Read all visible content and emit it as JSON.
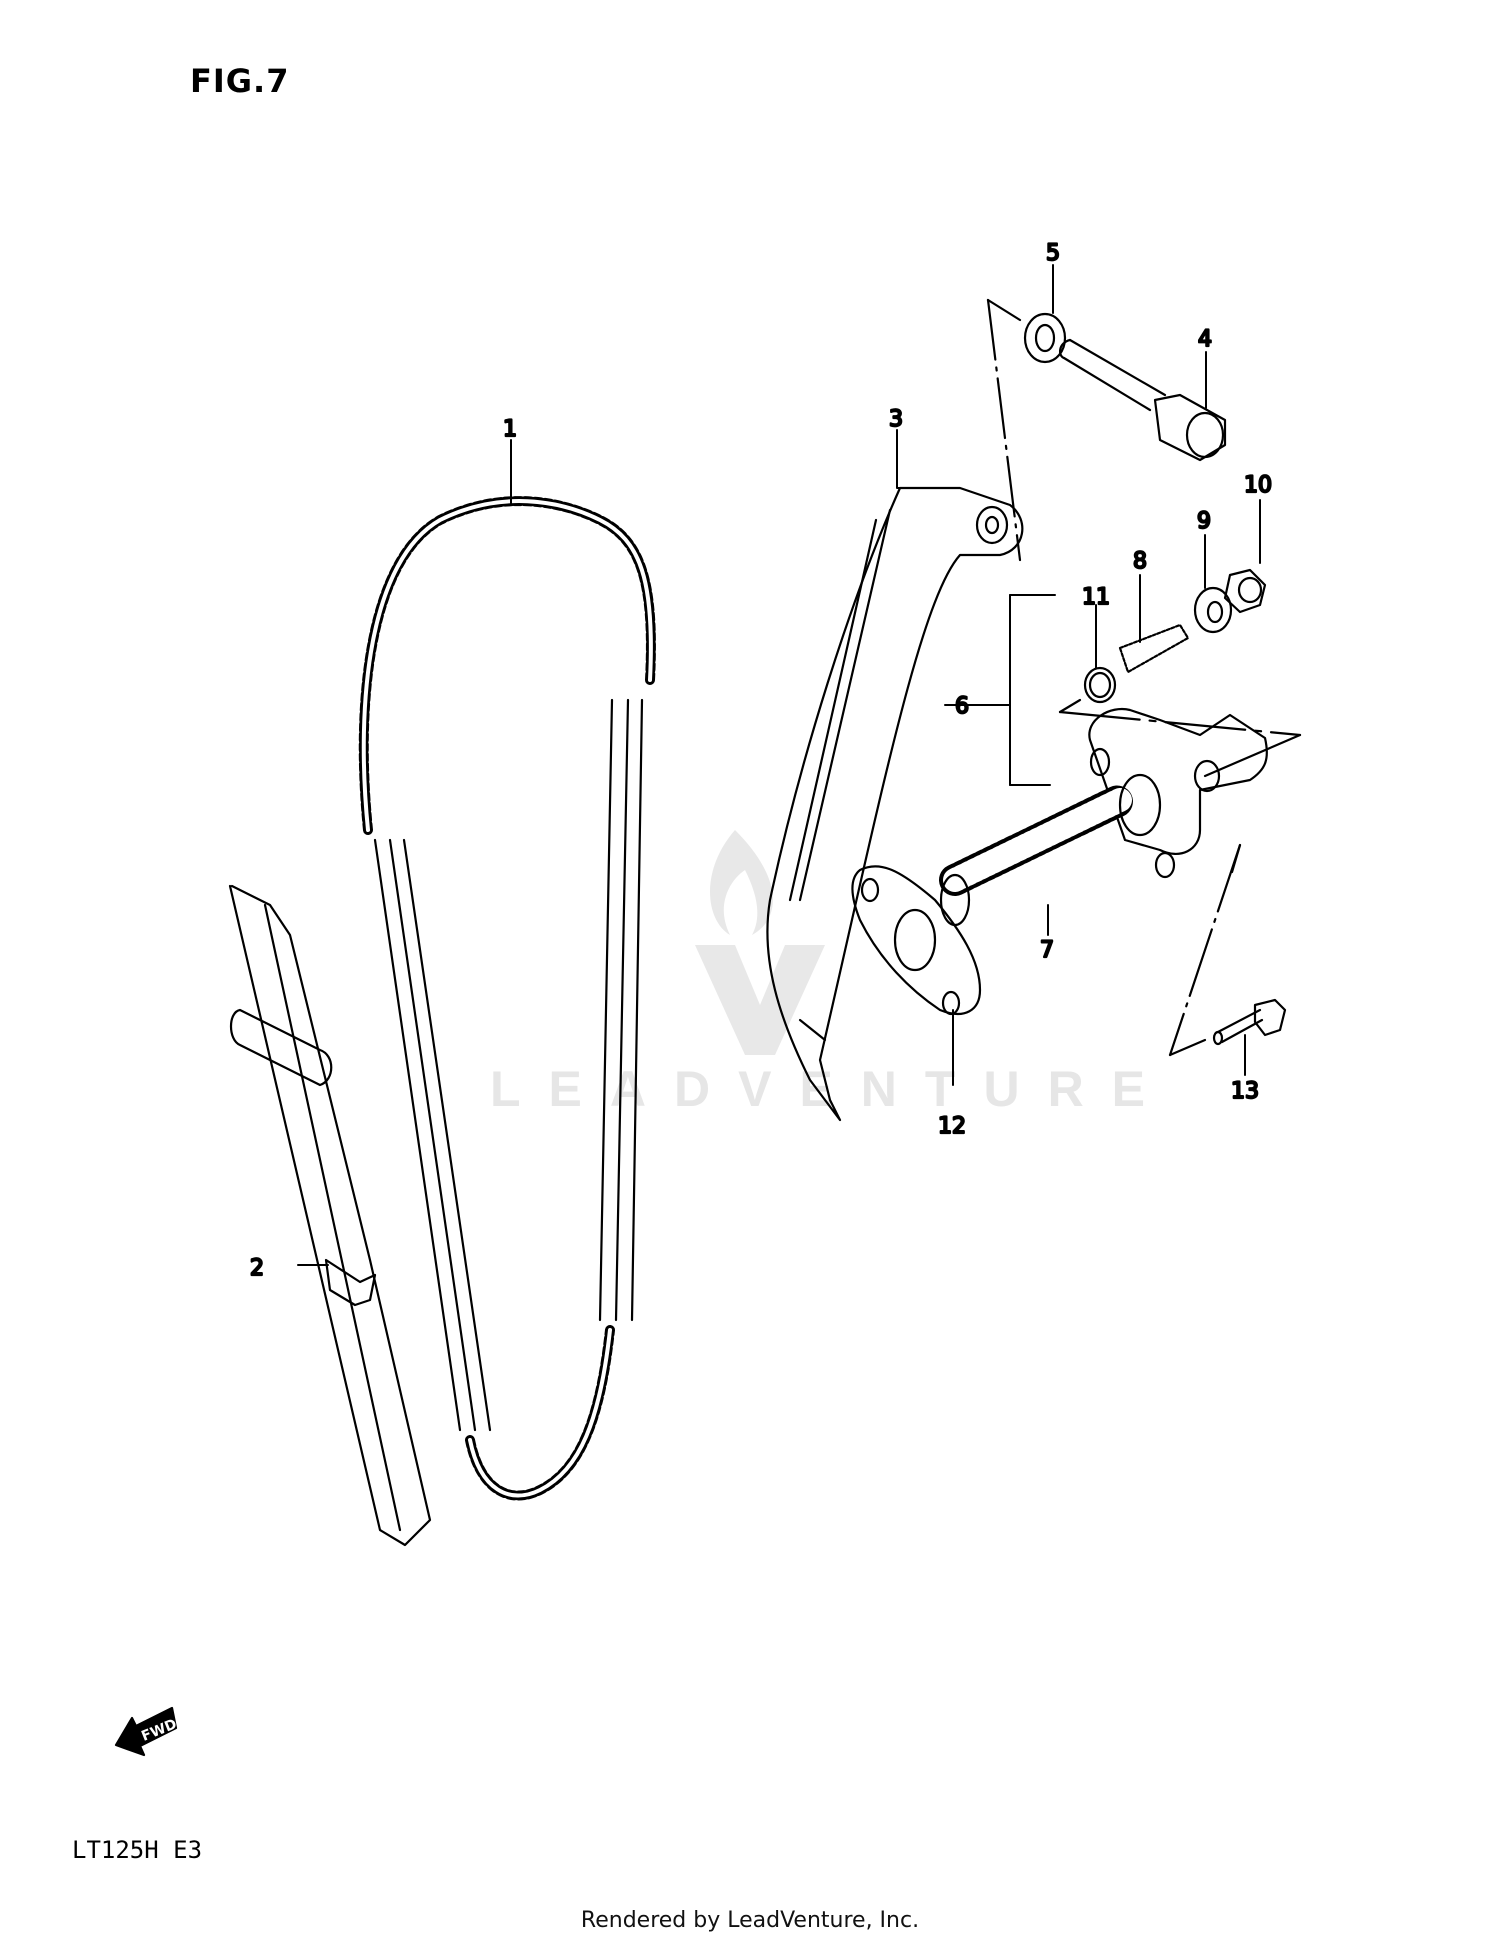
{
  "figure": {
    "title": "FIG.7",
    "model_code": "LT125H E3",
    "footer": "Rendered by LeadVenture, Inc.",
    "watermark": "LEADVENTURE",
    "direction_badge": "FWD"
  },
  "callouts": [
    {
      "id": "1",
      "label": "1",
      "part": "cam-chain"
    },
    {
      "id": "2",
      "label": "2",
      "part": "chain-guide"
    },
    {
      "id": "3",
      "label": "3",
      "part": "tensioner-arm"
    },
    {
      "id": "4",
      "label": "4",
      "part": "bolt"
    },
    {
      "id": "5",
      "label": "5",
      "part": "washer"
    },
    {
      "id": "6",
      "label": "6",
      "part": "tensioner-assembly"
    },
    {
      "id": "7",
      "label": "7",
      "part": "tensioner-spring-plunger"
    },
    {
      "id": "8",
      "label": "8",
      "part": "screw"
    },
    {
      "id": "9",
      "label": "9",
      "part": "washer"
    },
    {
      "id": "10",
      "label": "10",
      "part": "nut"
    },
    {
      "id": "11",
      "label": "11",
      "part": "gasket-ring"
    },
    {
      "id": "12",
      "label": "12",
      "part": "gasket"
    },
    {
      "id": "13",
      "label": "13",
      "part": "bolt"
    }
  ]
}
